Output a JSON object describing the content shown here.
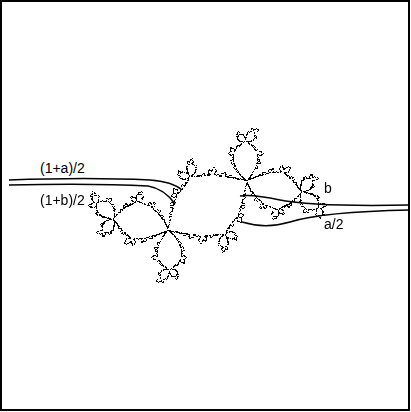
{
  "diagram": {
    "labels": [
      "(1+a)/2",
      "b",
      "(1+b)/2",
      "a/2"
    ]
  }
}
